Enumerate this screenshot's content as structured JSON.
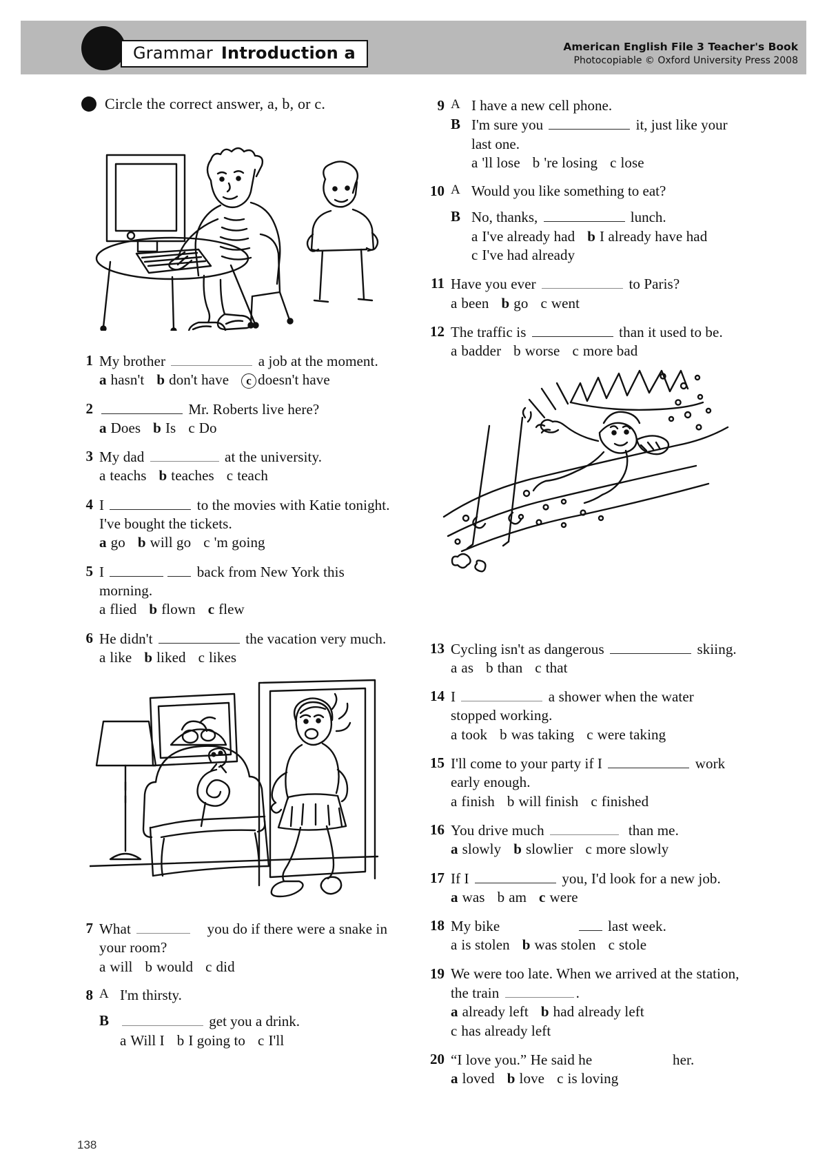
{
  "header": {
    "banner_icon": "black-circle-bullet",
    "title_light": "Grammar",
    "title_bold": "Introduction a",
    "book_line": "American English File 3 Teacher's Book",
    "copyright_line": "Photocopiable © Oxford University Press 2008"
  },
  "instruction": {
    "bullet_icon": "black-circle-bullet",
    "text": "Circle the correct answer, a, b, or c."
  },
  "illustrations": [
    {
      "name": "man-at-computer-with-boy",
      "alt": "Cartoon of a man typing at a desktop computer while a boy stands beside him"
    },
    {
      "name": "snowy-hillside-sledding-crash",
      "alt": "Cartoon of a person crashing on a snowy hill with ski poles"
    },
    {
      "name": "woman-startled-by-snake-in-armchair",
      "alt": "Cartoon of a woman entering a room where a snake sits in an armchair"
    }
  ],
  "questions_left": [
    {
      "number": "1",
      "stem_parts": [
        "My brother ",
        "BLANK",
        " a job at the moment."
      ],
      "options": [
        {
          "label": "a",
          "text": "hasn't",
          "circled": false
        },
        {
          "label": "b",
          "text": "don't have",
          "circled": false
        },
        {
          "label": "c",
          "text": "doesn't have",
          "circled": true
        }
      ]
    },
    {
      "number": "2",
      "stem_parts": [
        "",
        "BLANK",
        " Mr. Roberts live here?"
      ],
      "options": [
        {
          "label": "a",
          "text": "Does",
          "circled": false
        },
        {
          "label": "b",
          "text": "Is",
          "circled": false
        },
        {
          "label": "c",
          "text": "Do",
          "circled": false
        }
      ]
    },
    {
      "number": "3",
      "stem_parts": [
        "My dad ",
        "BLANK",
        " at the university."
      ],
      "options": [
        {
          "label": "a",
          "text": "teachs",
          "circled": false
        },
        {
          "label": "b",
          "text": "teaches",
          "circled": false
        },
        {
          "label": "c",
          "text": "teach",
          "circled": false
        }
      ]
    },
    {
      "number": "4",
      "stem_parts": [
        "I ",
        "BLANK",
        " to the movies with Katie tonight. I've bought the tickets."
      ],
      "options": [
        {
          "label": "a",
          "text": "go",
          "circled": false
        },
        {
          "label": "b",
          "text": "will go",
          "circled": false
        },
        {
          "label": "c",
          "text": "'m going",
          "circled": false
        }
      ]
    },
    {
      "number": "5",
      "stem_parts": [
        "I ",
        "BLANK",
        " back from New York this morning."
      ],
      "options": [
        {
          "label": "a",
          "text": "flied",
          "circled": false
        },
        {
          "label": "b",
          "text": "flown",
          "circled": false
        },
        {
          "label": "c",
          "text": "flew",
          "circled": false
        }
      ]
    },
    {
      "number": "6",
      "stem_parts": [
        "He didn't ",
        "BLANK",
        " the vacation very much."
      ],
      "options": [
        {
          "label": "a",
          "text": "like",
          "circled": false
        },
        {
          "label": "b",
          "text": "liked",
          "circled": false
        },
        {
          "label": "c",
          "text": "likes",
          "circled": false
        }
      ]
    },
    {
      "number": "7",
      "stem_parts": [
        "What ",
        "BLANK",
        " you do if there were a snake in your room?"
      ],
      "options": [
        {
          "label": "a",
          "text": "will",
          "circled": false
        },
        {
          "label": "b",
          "text": "would",
          "circled": false
        },
        {
          "label": "c",
          "text": "did",
          "circled": false
        }
      ]
    },
    {
      "number": "8",
      "dialogue": [
        {
          "speaker": "A",
          "text": "I'm thirsty."
        },
        {
          "speaker": "B",
          "text_before": "",
          "text_after": " get you a drink."
        }
      ],
      "options": [
        {
          "label": "a",
          "text": "Will I",
          "circled": false
        },
        {
          "label": "b",
          "text": "I going to",
          "circled": false
        },
        {
          "label": "c",
          "text": "I'll",
          "circled": false
        }
      ]
    }
  ],
  "questions_right": [
    {
      "number": "9",
      "dialogue": [
        {
          "speaker": "A",
          "text": "I have a new cell phone."
        },
        {
          "speaker": "B",
          "text_before": "I'm sure you ",
          "text_after": " it, just like your last one."
        }
      ],
      "options": [
        {
          "label": "a",
          "text": "'ll lose",
          "circled": false
        },
        {
          "label": "b",
          "text": "'re losing",
          "circled": false
        },
        {
          "label": "c",
          "text": "lose",
          "circled": false
        }
      ]
    },
    {
      "number": "10",
      "dialogue": [
        {
          "speaker": "A",
          "text": "Would you like something to eat?"
        },
        {
          "speaker": "B",
          "text_before": "No, thanks, ",
          "text_after": " lunch."
        }
      ],
      "options": [
        {
          "label": "a",
          "text": "I've already had",
          "circled": false
        },
        {
          "label": "b",
          "text": "I already have had",
          "circled": false
        },
        {
          "label": "c",
          "text": "I've had already",
          "circled": false
        }
      ]
    },
    {
      "number": "11",
      "stem_parts": [
        "Have you ever ",
        "BLANK",
        " to Paris?"
      ],
      "options": [
        {
          "label": "a",
          "text": "been",
          "circled": false
        },
        {
          "label": "b",
          "text": "go",
          "circled": false
        },
        {
          "label": "c",
          "text": "went",
          "circled": false
        }
      ]
    },
    {
      "number": "12",
      "stem_parts": [
        "The traffic is ",
        "BLANK",
        " than it used to be."
      ],
      "options": [
        {
          "label": "a",
          "text": "badder",
          "circled": false
        },
        {
          "label": "b",
          "text": "worse",
          "circled": false
        },
        {
          "label": "c",
          "text": "more bad",
          "circled": false
        }
      ]
    },
    {
      "number": "13",
      "stem_parts": [
        "Cycling isn't as dangerous ",
        "BLANK",
        " skiing."
      ],
      "options": [
        {
          "label": "a",
          "text": "as",
          "circled": false
        },
        {
          "label": "b",
          "text": "than",
          "circled": false
        },
        {
          "label": "c",
          "text": "that",
          "circled": false
        }
      ]
    },
    {
      "number": "14",
      "stem_parts": [
        "I ",
        "BLANK",
        " a shower when the water stopped working."
      ],
      "options": [
        {
          "label": "a",
          "text": "took",
          "circled": false
        },
        {
          "label": "b",
          "text": "was taking",
          "circled": false
        },
        {
          "label": "c",
          "text": "were taking",
          "circled": false
        }
      ]
    },
    {
      "number": "15",
      "stem_parts": [
        "I'll come to your party if I ",
        "BLANK",
        " work early enough."
      ],
      "options": [
        {
          "label": "a",
          "text": "finish",
          "circled": false
        },
        {
          "label": "b",
          "text": "will finish",
          "circled": false
        },
        {
          "label": "c",
          "text": "finished",
          "circled": false
        }
      ]
    },
    {
      "number": "16",
      "stem_parts": [
        "You drive much ",
        "BLANK",
        " than me."
      ],
      "options": [
        {
          "label": "a",
          "text": "slowly",
          "circled": false
        },
        {
          "label": "b",
          "text": "slowlier",
          "circled": false
        },
        {
          "label": "c",
          "text": "more slowly",
          "circled": false
        }
      ]
    },
    {
      "number": "17",
      "stem_parts": [
        "If I ",
        "BLANK",
        " you, I'd look for a new job."
      ],
      "options": [
        {
          "label": "a",
          "text": "was",
          "circled": false
        },
        {
          "label": "b",
          "text": "am",
          "circled": false
        },
        {
          "label": "c",
          "text": "were",
          "circled": false
        }
      ]
    },
    {
      "number": "18",
      "stem_parts": [
        "My bike ",
        "BLANK",
        " last week."
      ],
      "options": [
        {
          "label": "a",
          "text": "is stolen",
          "circled": false
        },
        {
          "label": "b",
          "text": "was stolen",
          "circled": false
        },
        {
          "label": "c",
          "text": "stole",
          "circled": false
        }
      ]
    },
    {
      "number": "19",
      "stem_parts": [
        "We were too late. When we arrived at the station, the train ",
        "BLANK",
        "."
      ],
      "options": [
        {
          "label": "a",
          "text": "already left",
          "circled": false
        },
        {
          "label": "b",
          "text": "had already left",
          "circled": false
        },
        {
          "label": "c",
          "text": "has already left",
          "circled": false
        }
      ]
    },
    {
      "number": "20",
      "stem_parts": [
        "“I love you.” He said he ",
        "BLANK",
        " her."
      ],
      "options": [
        {
          "label": "a",
          "text": "loved",
          "circled": false
        },
        {
          "label": "b",
          "text": "love",
          "circled": false
        },
        {
          "label": "c",
          "text": "is loving",
          "circled": false
        }
      ]
    }
  ],
  "footer": {
    "page_number": "138"
  },
  "colors": {
    "banner": "#b9b9b9",
    "ink": "#111111",
    "rule": "#2a2a2a"
  }
}
